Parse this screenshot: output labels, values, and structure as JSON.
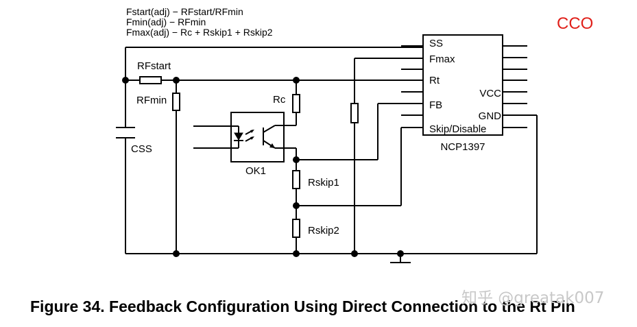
{
  "formulas": {
    "fstart": "Fstart(adj) − RFstart/RFmin",
    "fmin": "Fmin(adj) − RFmin",
    "fmax": "Fmax(adj) − Rc + Rskip1 + Rskip2"
  },
  "cco_label": "CCO",
  "components": {
    "rfstart": "RFstart",
    "rfmin": "RFmin",
    "css": "CSS",
    "rc": "Rc",
    "ok1": "OK1",
    "rskip1": "Rskip1",
    "rskip2": "Rskip2"
  },
  "ic": {
    "name": "NCP1397",
    "pins_left": [
      "SS",
      "Fmax",
      "Rt",
      "FB",
      "Skip/Disable"
    ],
    "pins_right": [
      "VCC",
      "GND"
    ]
  },
  "caption": "Figure 34. Feedback Configuration Using Direct Connection to the Rt Pin",
  "watermark": "知乎 @greatak007"
}
